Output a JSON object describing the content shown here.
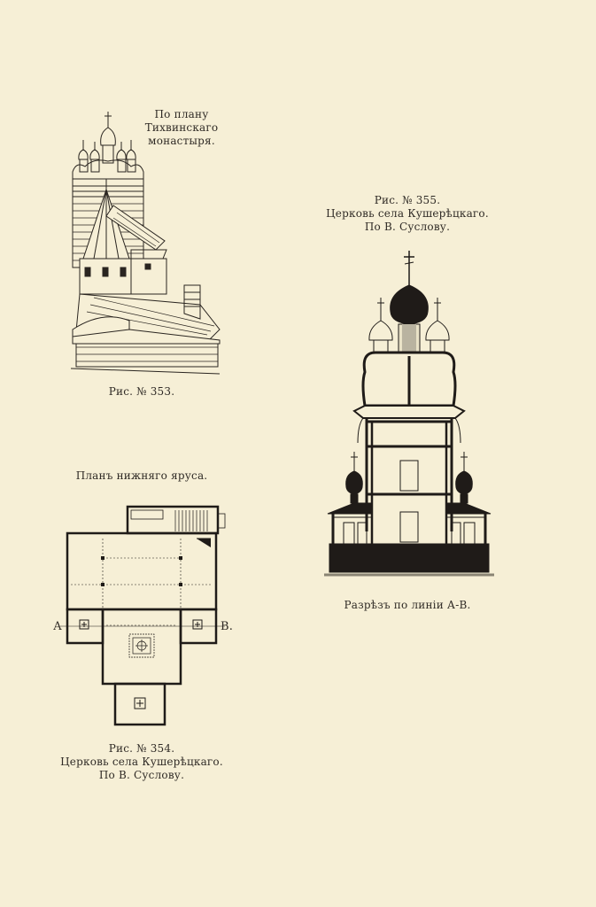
{
  "figure_353": {
    "source_note": [
      "По плану",
      "Тихвинскаго",
      "монастыря."
    ],
    "caption": "Рис. № 353."
  },
  "figure_354": {
    "plan_title": "Планъ нижняго яруса.",
    "label_a": "A",
    "label_b": "B.",
    "caption_number": "Рис. № 354.",
    "caption_title": "Церковь села Кушерѣцкаго.",
    "caption_author": "По В. Суслову."
  },
  "figure_355": {
    "caption_number": "Рис. № 355.",
    "caption_title": "Церковь села Кушерѣцкаго.",
    "caption_author": "По В. Суслову.",
    "section_label": "Разрѣзъ по линiи А-В."
  }
}
